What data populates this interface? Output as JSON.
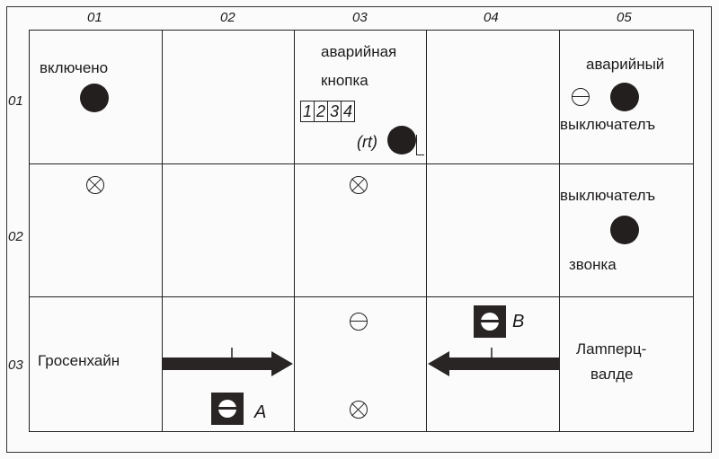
{
  "columns": [
    "01",
    "02",
    "03",
    "04",
    "05"
  ],
  "rows": [
    "01",
    "02",
    "03"
  ],
  "cells": {
    "r1c1": {
      "label": "включено"
    },
    "r1c3": {
      "label_line1": "аварийная",
      "label_line2": "кнопка",
      "code": [
        "1",
        "2",
        "3",
        "4"
      ],
      "tag": "(rt)"
    },
    "r1c5": {
      "label_line1": "аварийный",
      "label_line2": "выключателъ"
    },
    "r2c5": {
      "label_line1": "выключателъ",
      "label_line2": "звонка"
    },
    "r3c1": {
      "label": "Гросенхайн"
    },
    "r3c2": {
      "marker": "A"
    },
    "r3c4": {
      "marker": "B"
    },
    "r3c5": {
      "label_line1": "Лamперц-",
      "label_line2": "валде"
    }
  }
}
